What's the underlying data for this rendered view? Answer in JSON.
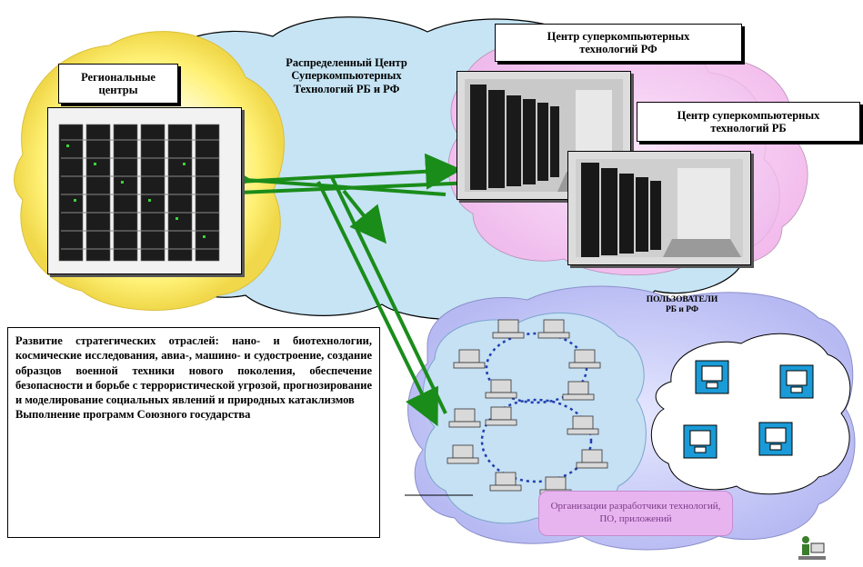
{
  "regional": {
    "title": "Региональные\nцентры"
  },
  "distributed": {
    "title": "Распределенный Центр\nСуперкомпьютерных\nТехнологий РБ и РФ"
  },
  "rf_center": {
    "title": "Центр суперкомпьютерных\nтехнологий РФ"
  },
  "rb_center": {
    "title": "Центр суперкомпьютерных\nтехнологий РБ"
  },
  "users": {
    "title": "ПОЛЬЗОВАТЕЛИ\nРБ и РФ"
  },
  "development": {
    "lines": [
      "Развитие стратегических отраслей: нано- и биотехнологии, космические исследования, авиа-, машино- и судостроение, создание образцов военной техники нового поколения, обеспечение безопасности и борьбе с террористической угрозой, прогнозирование и моделирование социальных явлений и природных катаклизмов",
      "Выполнение программ Союзного государства"
    ]
  },
  "software_note": {
    "text": "Организации разработчики технологий, ПО, приложений"
  },
  "colors": {
    "blue_cloud": "#c6e4f4",
    "pink_cloud": "#f6c8f0",
    "yellow_glow": "#fff176",
    "lavender_cloud": "#c4c6f4",
    "link_green": "#1a8c1a",
    "user_icon": "#1a9bd7"
  },
  "icons": [
    "server-rack-icon",
    "computer-workstation-icon",
    "desktop-computer-icon",
    "person-at-computer-icon"
  ]
}
